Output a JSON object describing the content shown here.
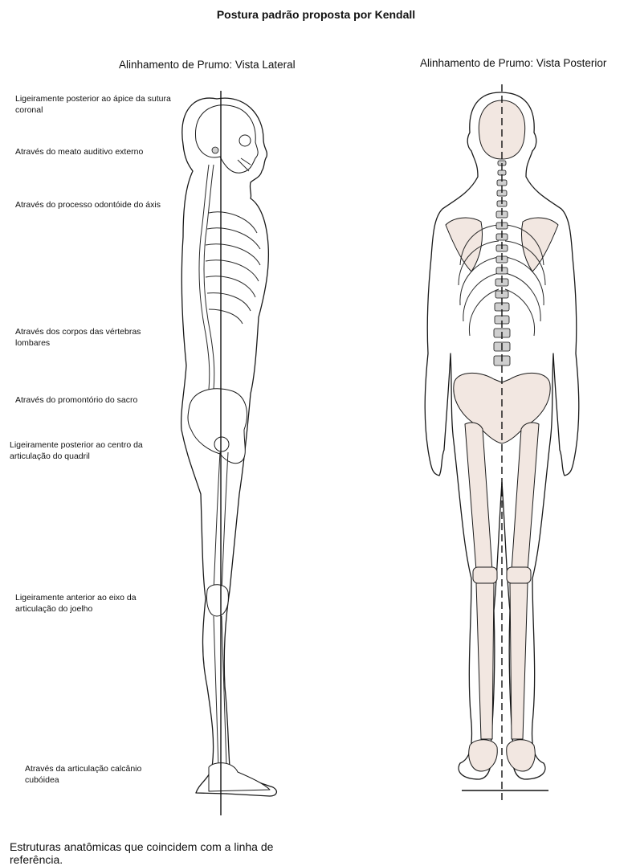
{
  "title": "Postura padrão proposta por Kendall",
  "views": {
    "lateral": {
      "title": "Alinhamento de Prumo: Vista Lateral"
    },
    "posterior": {
      "title": "Alinhamento de Prumo: Vista Posterior"
    }
  },
  "annotations": [
    "Ligeiramente posterior ao ápice da sutura coronal",
    "Através do meato auditivo externo",
    "Através do processo odontóide do áxis",
    "Através dos corpos das vértebras lombares",
    "Através do promontório do sacro",
    "Ligeiramente posterior ao centro da articulação do quadril",
    "Ligeiramente anterior ao eixo da articulação do joelho",
    "Através da articulação calcânio cubóidea"
  ],
  "caption": "Estruturas anatômicas que coincidem com a linha de referência."
}
